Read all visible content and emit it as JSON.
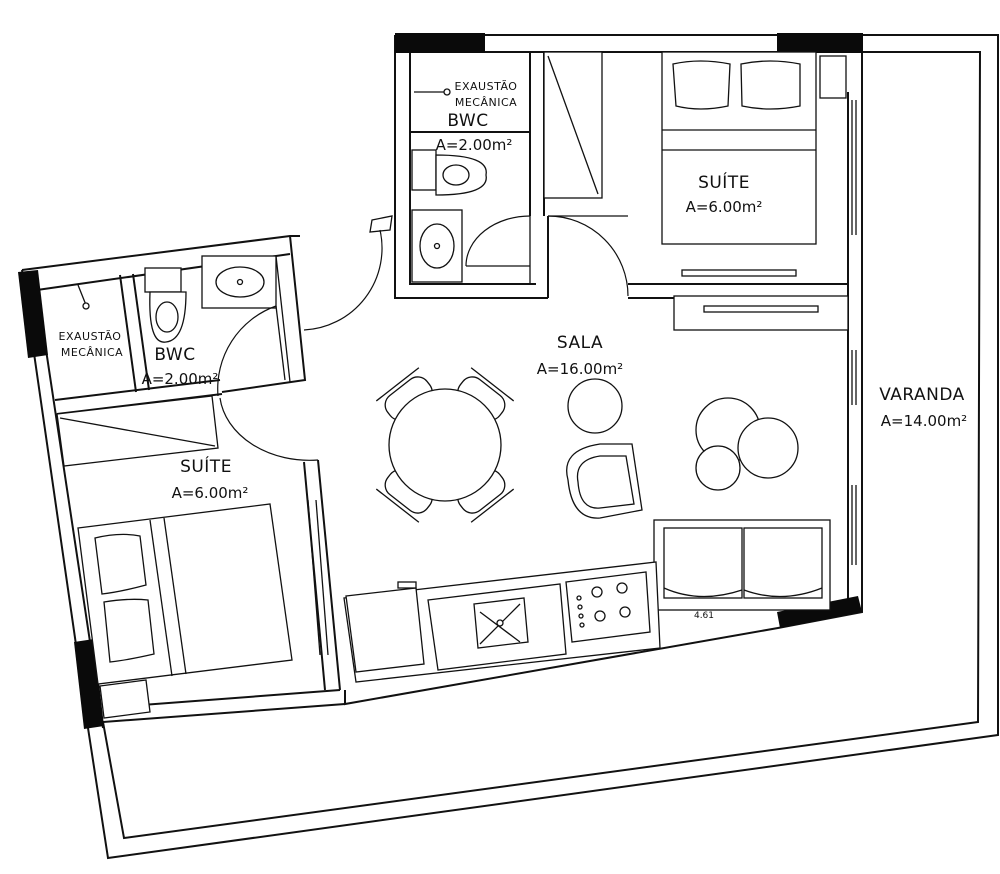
{
  "rooms": {
    "sala": {
      "name": "SALA",
      "area": "A=16.00m²"
    },
    "varanda": {
      "name": "VARANDA",
      "area": "A=14.00m²"
    },
    "suite_top": {
      "name": "SUÍTE",
      "area": "A=6.00m²"
    },
    "suite_left": {
      "name": "SUÍTE",
      "area": "A=6.00m²"
    },
    "bwc_top": {
      "name": "BWC",
      "area": "A=2.00m²",
      "note_line1": "EXAUSTÃO",
      "note_line2": "MECÂNICA"
    },
    "bwc_left": {
      "name": "BWC",
      "area": "A=2.00m²",
      "note_line1": "EXAUSTÃO",
      "note_line2": "MECÂNICA"
    }
  },
  "dimension_note": "4.61"
}
